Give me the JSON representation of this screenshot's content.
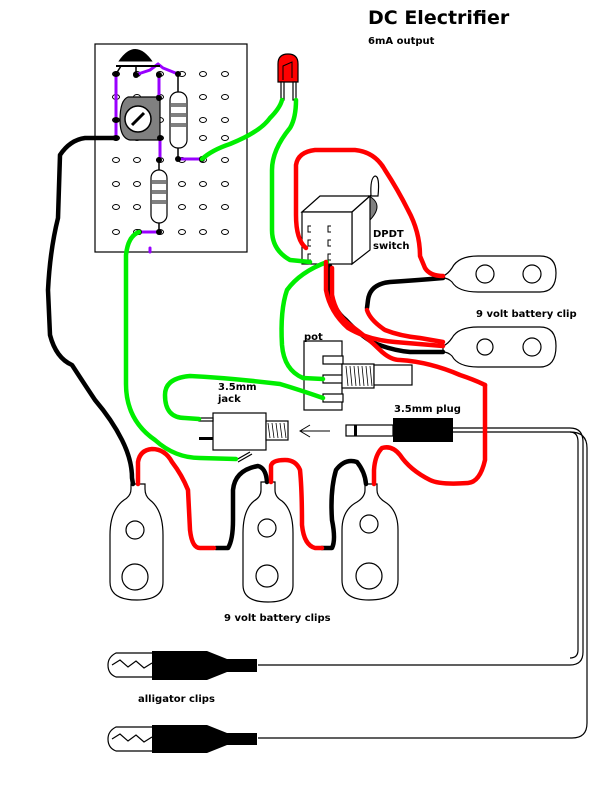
{
  "title": "DC Electrifier",
  "subtitle": "6mA output",
  "labels": {
    "dpdt_line1": "DPDT",
    "dpdt_line2": "switch",
    "battery_clip_single": "9 volt battery clip",
    "pot": "pot",
    "jack_line1": "3.5mm",
    "jack_line2": "jack",
    "plug": "3.5mm plug",
    "battery_clips_multi": "9 volt battery clips",
    "alligator": "alligator clips"
  },
  "colors": {
    "wire_red": "#ff0000",
    "wire_black": "#000000",
    "wire_green": "#00ee00",
    "jumper_purple": "#9900ff",
    "led_red": "#ff0000",
    "pot_gray": "#808080",
    "resistor_band": "#808080"
  },
  "components": [
    "breadboard",
    "transistor",
    "trimmer-pot",
    "resistor-1",
    "resistor-2",
    "led",
    "dpdt-switch",
    "battery-clip-top",
    "battery-clip-bottom",
    "potentiometer",
    "audio-jack",
    "audio-plug",
    "battery-clip-1",
    "battery-clip-2",
    "battery-clip-3",
    "alligator-clip-1",
    "alligator-clip-2"
  ]
}
